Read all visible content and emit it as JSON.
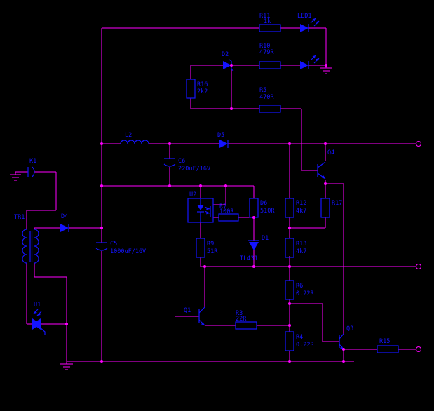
{
  "colors": {
    "background": "#000000",
    "wire": "#ff00ff",
    "component": "#1414ff",
    "label": "#1414ff"
  },
  "components": {
    "r11": {
      "ref": "R11",
      "value": "1k"
    },
    "led1": {
      "ref": "LED1"
    },
    "r10": {
      "ref": "R10",
      "value": "479R"
    },
    "d2": {
      "ref": "D2"
    },
    "r16": {
      "ref": "R16",
      "value": "2k2"
    },
    "r5": {
      "ref": "R5",
      "value": "470R"
    },
    "l2": {
      "ref": "L2"
    },
    "d5": {
      "ref": "D5"
    },
    "c6": {
      "ref": "C6",
      "value": "220uF/16V"
    },
    "k1": {
      "ref": "K1"
    },
    "q4": {
      "ref": "Q4"
    },
    "u2": {
      "ref": "U2"
    },
    "r7": {
      "ref": "R7",
      "value": "100R"
    },
    "d6": {
      "ref": "D6",
      "value": "510R"
    },
    "r12": {
      "ref": "R12",
      "value": "4k7"
    },
    "r17": {
      "ref": "R17"
    },
    "tr1": {
      "ref": "TR1"
    },
    "d4": {
      "ref": "D4"
    },
    "c5": {
      "ref": "C5",
      "value": "1000uF/16V"
    },
    "r9": {
      "ref": "R9",
      "value": "51R"
    },
    "d1": {
      "ref": "D1",
      "value": "TL431"
    },
    "r13": {
      "ref": "R13",
      "value": "4k7"
    },
    "r6": {
      "ref": "R6",
      "value": "0.22R"
    },
    "q1": {
      "ref": "Q1"
    },
    "r3": {
      "ref": "R3",
      "value": "22R"
    },
    "r4": {
      "ref": "R4",
      "value": "0.22R"
    },
    "q3": {
      "ref": "Q3"
    },
    "r15": {
      "ref": "R15"
    },
    "u1": {
      "ref": "U1"
    }
  }
}
